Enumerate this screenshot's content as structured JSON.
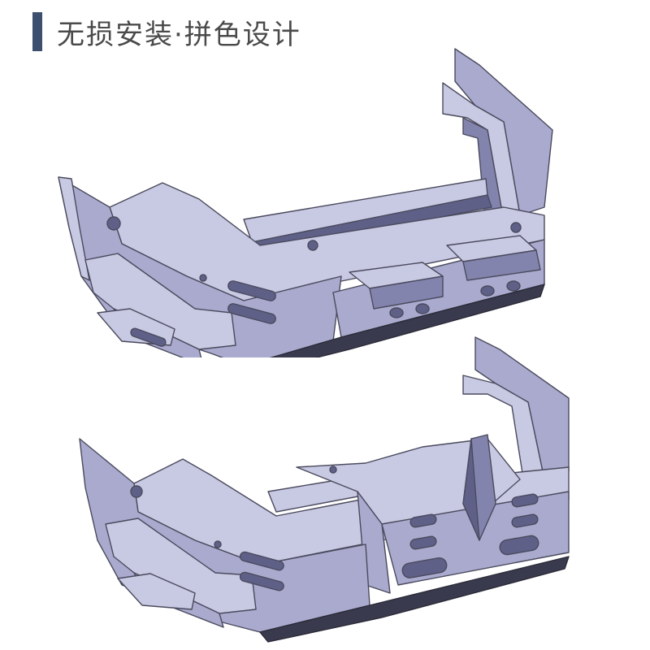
{
  "header": {
    "title": "无损安装·拼色设计"
  },
  "colors": {
    "accent": "#3d4f6e",
    "title_text": "#4a4a4a",
    "part_light": "#c8c9e2",
    "part_mid": "#a9aacd",
    "part_dark": "#8384ad",
    "part_shadow": "#5f6088",
    "bottom_dark": "#3a3a4e"
  },
  "images": [
    {
      "name": "top-bumper-render",
      "icon": "bumper-3d-model-icon"
    },
    {
      "name": "bottom-bumper-render",
      "icon": "bumper-3d-model-icon"
    }
  ]
}
